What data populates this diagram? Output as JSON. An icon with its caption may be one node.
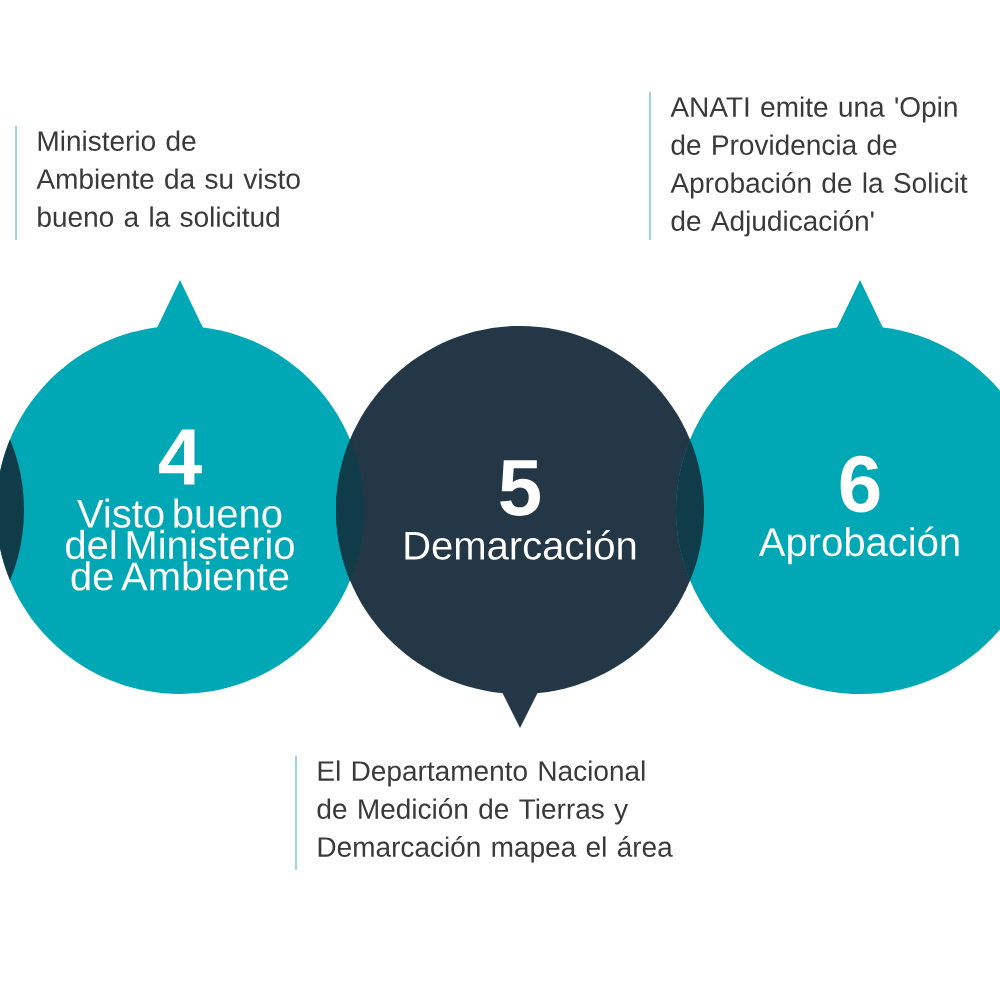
{
  "diagram": {
    "nodes": [
      {
        "text": [],
        "shape": "circle"
      },
      {
        "text": [
          "4",
          "Visto bueno del Ministerio de Ambiente"
        ],
        "beside": [
          "Ministerio de Ambiente da su visto bueno a la solicitud"
        ]
      },
      {
        "text": [
          "5",
          "Demarcación"
        ],
        "beside": [
          "El Departamento Nacional de Medición de Tierras y Demarcación mapea el área"
        ]
      },
      {
        "text": [
          "6",
          "Aprobación"
        ],
        "beside": [
          "ANATI emite una 'Opin de Providencia de Aprobación de la Solicit de Adjudicación'"
        ]
      }
    ]
  }
}
